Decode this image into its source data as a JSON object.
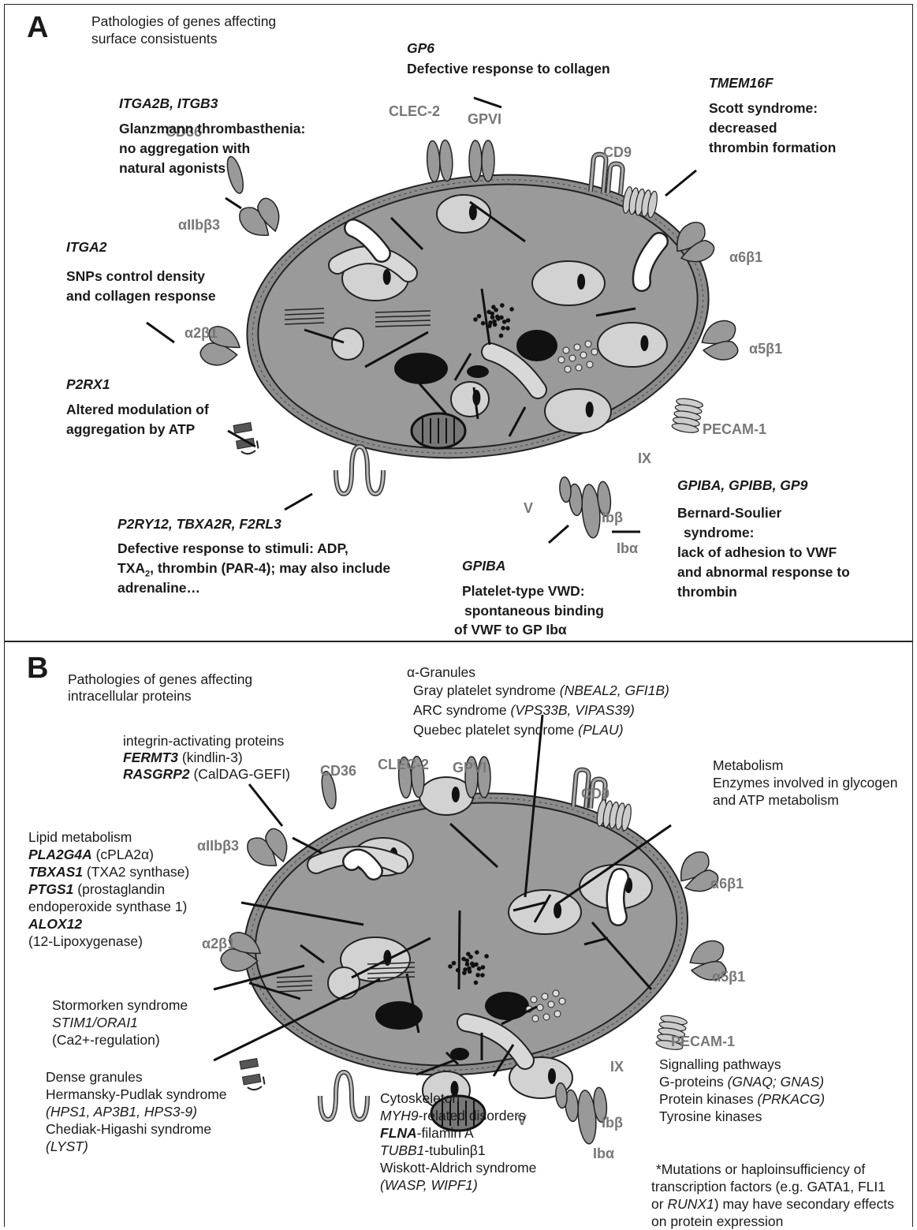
{
  "panel_a": {
    "letter": "A",
    "header": [
      "Pathologies of genes affecting",
      "surface consistuents"
    ],
    "receptors": {
      "cd36": "CD36",
      "clec2": "CLEC-2",
      "gpvi": "GPVI",
      "cd9": "CD9",
      "aiib3": "αIIbβ3",
      "a2b1": "α2β1",
      "a6b1": "α6β1",
      "a5b1": "α5β1",
      "pecam": "PECAM-1",
      "ix": "IX",
      "v": "V",
      "ibb": "Ibβ",
      "iba": "Ibα"
    },
    "gp6": {
      "gene": "GP6",
      "desc": [
        "Defective response to collagen"
      ]
    },
    "tmem16f": {
      "gene": "TMEM16F",
      "desc": [
        "Scott syndrome:",
        "decreased",
        "thrombin formation"
      ]
    },
    "itga2b": {
      "gene": "ITGA2B, ITGB3",
      "desc": [
        "Glanzmann thrombasthenia:",
        "no aggregation with",
        "natural agonists"
      ]
    },
    "itga2": {
      "gene": "ITGA2",
      "desc": [
        "SNPs control density",
        "and collagen response"
      ]
    },
    "p2rx1": {
      "gene": "P2RX1",
      "desc": [
        "Altered modulation of",
        "aggregation by ATP"
      ]
    },
    "p2ry12": {
      "gene": "P2RY12, TBXA2R, F2RL3",
      "desc": [
        "Defective response to stimuli: ADP,",
        "TXA",
        "2",
        ", thrombin (PAR-4); may also include",
        "adrenaline…"
      ]
    },
    "gpiba": {
      "gene": "GPIBA",
      "desc": [
        "Platelet-type VWD:",
        "spontaneous binding",
        "of VWF to GP Ibα"
      ]
    },
    "bss": {
      "gene": "GPIBA, GPIBB, GP9",
      "desc": [
        "Bernard-Soulier",
        "syndrome:",
        "lack of adhesion to VWF",
        "and abnormal response to",
        "thrombin"
      ]
    }
  },
  "panel_b": {
    "letter": "B",
    "header": [
      "Pathologies of genes affecting",
      "intracellular proteins"
    ],
    "receptors": {
      "cd36": "CD36",
      "clec2": "CLEC-2",
      "gpvi": "GPVI",
      "cd9": "CD9",
      "aiib3": "αIIbβ3",
      "a2b1": "α2β1",
      "a6b1": "α6β1",
      "a5b1": "α5β1",
      "pecam": "PECAM-1",
      "ix": "IX",
      "v": "V",
      "ibb": "Ibβ",
      "iba": "Ibα"
    },
    "alpha": {
      "title": "α-Granules",
      "l1": "Gray platelet syndrome ",
      "l1i": "(NBEAL2, GFI1B)",
      "l2": "ARC syndrome ",
      "l2i": "(VPS33B, VIPAS39)",
      "l3": "Quebec platelet syndrome ",
      "l3i": "(PLAU)"
    },
    "integrin": {
      "title": "integrin-activating proteins",
      "g1": "FERMT3",
      "d1": " (kindlin-3)",
      "g2": "RASGRP2",
      "d2": " (CalDAG-GEFI)"
    },
    "metab": {
      "lines": [
        "Metabolism",
        "Enzymes involved in glycogen",
        "and ATP metabolism"
      ]
    },
    "lipid": {
      "title": "Lipid metabolism",
      "g1": "PLA2G4A",
      "d1": " (cPLA2α)",
      "g2": "TBXAS1",
      "d2": " (TXA2 synthase)",
      "g3": "PTGS1",
      "d3": " (prostaglandin",
      "d3b": "endoperoxide synthase 1)",
      "g4": "ALOX12",
      "d4": "(12-Lipoxygenase)"
    },
    "stormorken": {
      "title": "Stormorken syndrome",
      "gene": "STIM1/ORAI1",
      "desc": "(Ca2+-regulation)"
    },
    "dense": {
      "l1": "Dense granules",
      "l2": "Hermansky-Pudlak syndrome",
      "l3": "(HPS1, AP3B1, HPS3-9)",
      "l4": "Chediak-Higashi syndrome",
      "l5": "(LYST)"
    },
    "cyto": {
      "title": "Cytoskeleton",
      "g1": "MYH9",
      "d1": "-related disorders",
      "g2": "FLNA",
      "d2": "-filamin A",
      "g3": "TUBB1",
      "d3": "-tubulinβ1",
      "l4": "Wiskott-Aldrich syndrome",
      "l5": "(WASP, WIPF1)"
    },
    "signal": {
      "title": "Signalling pathways",
      "l1": "G-proteins ",
      "l1i": "(GNAQ; GNAS)",
      "l2": "Protein kinases ",
      "l2i": "(PRKACG)",
      "l3": "Tyrosine kinases"
    },
    "note": {
      "l1": "*Mutations or haploinsufficiency of",
      "l2": "transcription factors (e.g. GATA1, FLI1",
      "l3a": "or ",
      "l3i": "RUNX1",
      "l3b": ") may have secondary effects",
      "l4": "on protein expression"
    }
  }
}
